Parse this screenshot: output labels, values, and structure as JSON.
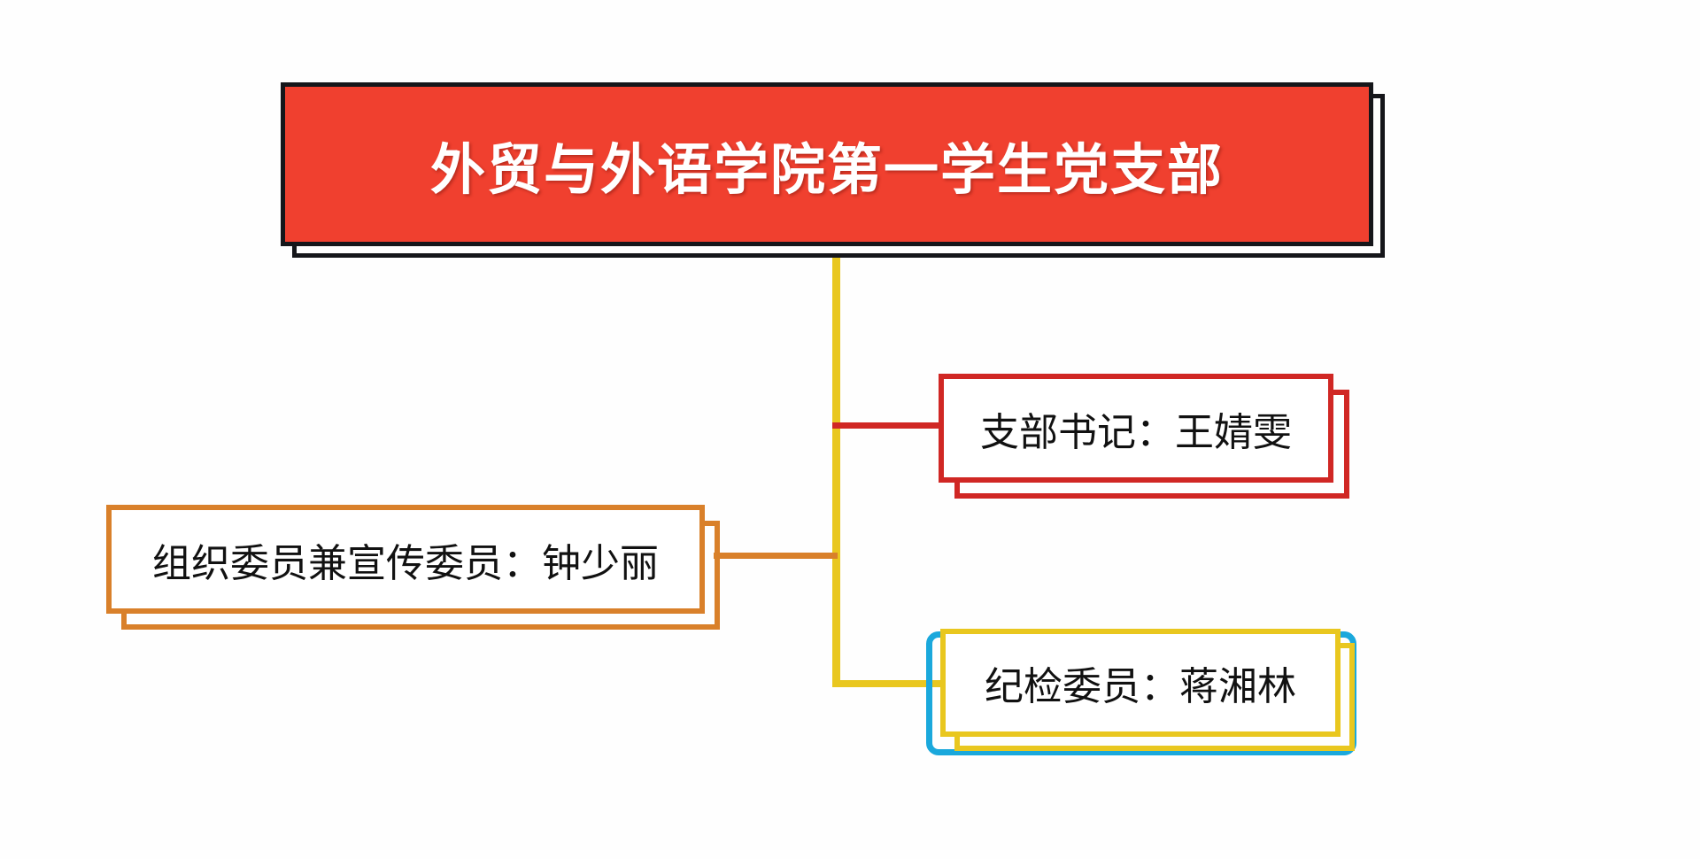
{
  "diagram": {
    "type": "organization-chart",
    "orientation": "root-top-branches-below",
    "root": {
      "label": "外贸与外语学院第一学生党支部",
      "fill_color": "#f0402f",
      "text_color": "#ffffff",
      "border_color": "#15161a",
      "shadow_color": "#15161a"
    },
    "branches": [
      {
        "id": "secretary",
        "label": "支部书记：王婧雯",
        "role": "支部书记",
        "person": "王婧雯",
        "accent_color": "#d02724",
        "connector_color": "#d02724",
        "position": "right-upper"
      },
      {
        "id": "organization-officer",
        "label": "组织委员兼宣传委员：钟少丽",
        "role": "组织委员兼宣传委员",
        "person": "钟少丽",
        "accent_color": "#d9802a",
        "connector_color": "#d9802a",
        "position": "left-middle"
      },
      {
        "id": "discipline-officer",
        "label": "纪检委员：蒋湘林",
        "role": "纪检委员",
        "person": "蒋湘林",
        "accent_color": "#e9c71f",
        "outer_frame_color": "#1aa8dc",
        "connector_color": "#e9c71f",
        "position": "right-lower"
      }
    ],
    "trunk_color": "#e9c71f",
    "background_color": "#ffffff"
  }
}
